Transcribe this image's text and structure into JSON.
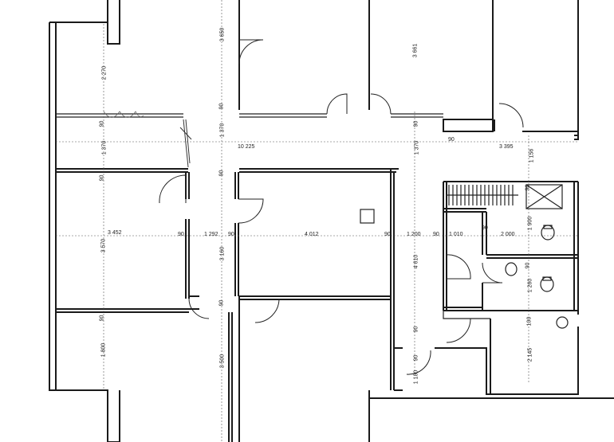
{
  "dimensions": {
    "d1": "3 650",
    "d2": "3 661",
    "d3": "2 270",
    "d4": "90",
    "d5": "90",
    "d6": "1 370",
    "d7": "1 370",
    "d8": "1 370",
    "d9": "90",
    "d10": "10 225",
    "d11": "3 395",
    "d12": "90",
    "d13": "90",
    "d14": "1 156",
    "d15": "90",
    "d16": "90",
    "d17": "3 452",
    "d18": "90",
    "d19": "1 292",
    "d20": "90",
    "d21": "4 012",
    "d22": "90",
    "d23": "1 200",
    "d24": "90",
    "d25": "1 010",
    "d26": "2 000",
    "d27": "1 900",
    "d28": "90",
    "d29": "3 570",
    "d30": "3 160",
    "d31": "4 610",
    "d32": "90",
    "d33": "1 260",
    "d34": "90",
    "d35": "100",
    "d36": "90",
    "d37": "1 800",
    "d38": "3 500",
    "d39": "90",
    "d40": "2 145",
    "d41": "1 180",
    "d42": "90"
  }
}
